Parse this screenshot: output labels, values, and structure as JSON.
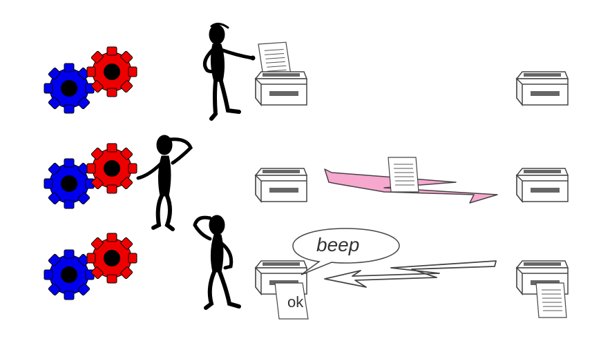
{
  "labels": {
    "bubble": "beep",
    "reply": "ok"
  },
  "colors": {
    "gear_blue": "#0000ee",
    "gear_red": "#ee0000",
    "arrow_pink": "#f7a8cf",
    "outline": "#444444",
    "figure": "#000000"
  },
  "icons": [
    "gear-icon",
    "person-icon",
    "printer-icon",
    "paper-icon",
    "arrow-icon",
    "speech-bubble"
  ]
}
